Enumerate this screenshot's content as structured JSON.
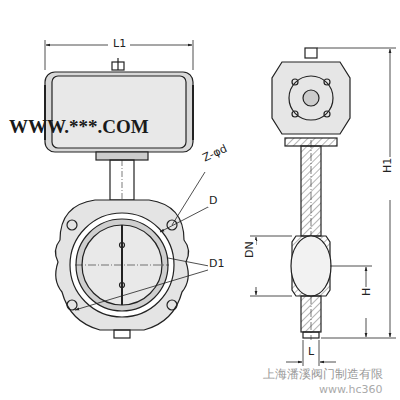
{
  "diagram": {
    "labels": [
      "L1",
      "WWW.***.COM",
      "Z-φd",
      "D",
      "DN",
      "D1",
      "H1",
      "H",
      "L",
      "上海潘溪阀门制造有限",
      "www.hc360"
    ]
  }
}
